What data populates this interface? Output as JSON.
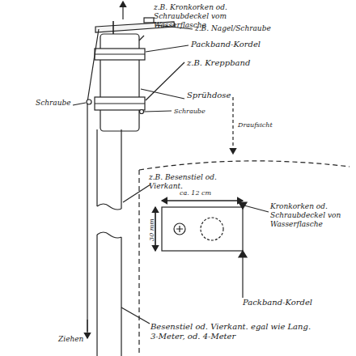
{
  "diagram": {
    "labels": [
      "z.B. Kronkorken od. Schraubdeckel vom Wasserflasche",
      "z.B. Nagel/Schraube",
      "Packband-Kordel",
      "z.B. Kreppband",
      "Schraube",
      "Sprühdose",
      "Schraube",
      "Draufsicht",
      "z.B. Besenstiel od. Vierkant.",
      "ca. 12 cm",
      "Kronkorken od. Schraubdeckel von Wasserflasche",
      "30 mm",
      "Packband-Kordel",
      "Ziehen",
      "Besenstiel od. Vierkant. egal wie Lang. 3-Meter, od. 4-Meter"
    ]
  }
}
